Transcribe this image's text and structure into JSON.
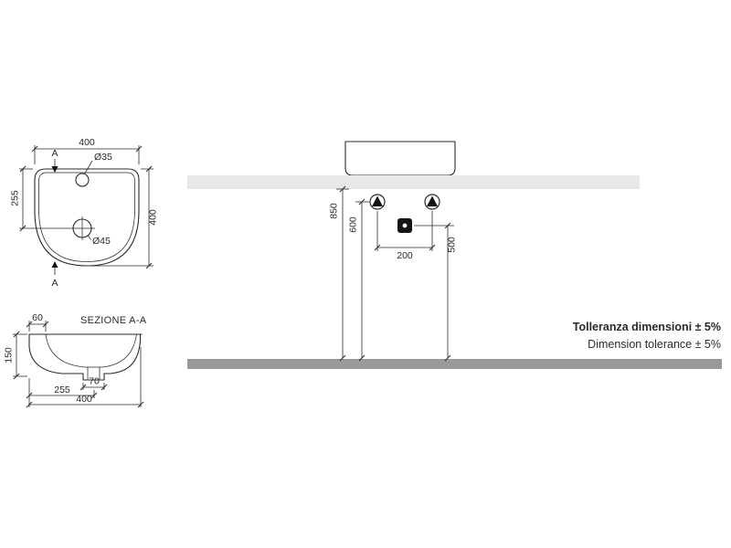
{
  "plan_view": {
    "dim_width_top": "400",
    "dim_depth_right": "400",
    "dim_front_left": "255",
    "faucet_hole_label": "Ø35",
    "drain_label": "Ø45",
    "section_marker": "A"
  },
  "section_view": {
    "title": "SEZIONE A-A",
    "dim_back_ledge": "60",
    "dim_height": "150",
    "dim_drain_offset": "255",
    "dim_trap_width": "70",
    "dim_total_width": "400"
  },
  "installation_view": {
    "dim_rim_height": "850",
    "dim_supply_height": "600",
    "dim_drain_height": "500",
    "dim_supply_spacing": "200"
  },
  "notes": {
    "tolerance_line1": "Tolleranza dimensioni ± 5%",
    "tolerance_line2": "Dimension tolerance ± 5%"
  },
  "colors": {
    "line": "#2a2a2c",
    "counter_band": "#e8e8e9",
    "floor_band": "#98999b",
    "secondary_text": "#a9abae"
  }
}
